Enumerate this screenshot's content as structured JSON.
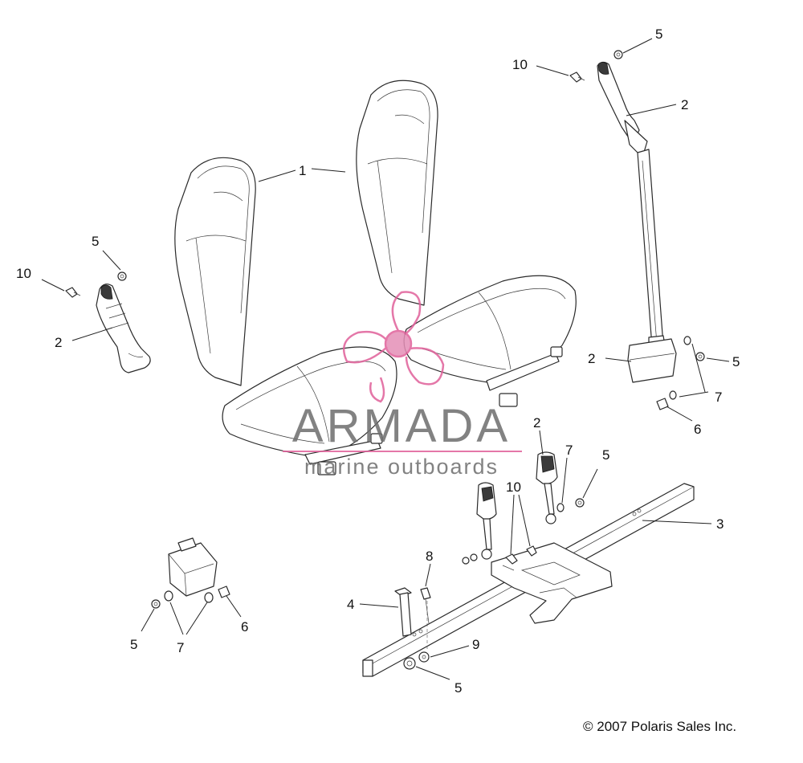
{
  "diagram": {
    "callouts": [
      {
        "id": "c1",
        "text": "1"
      },
      {
        "id": "c2a",
        "text": "2"
      },
      {
        "id": "c2b",
        "text": "2"
      },
      {
        "id": "c2c",
        "text": "2"
      },
      {
        "id": "c2d",
        "text": "2"
      },
      {
        "id": "c3",
        "text": "3"
      },
      {
        "id": "c4",
        "text": "4"
      },
      {
        "id": "c5a",
        "text": "5"
      },
      {
        "id": "c5b",
        "text": "5"
      },
      {
        "id": "c5c",
        "text": "5"
      },
      {
        "id": "c5d",
        "text": "5"
      },
      {
        "id": "c5e",
        "text": "5"
      },
      {
        "id": "c5f",
        "text": "5"
      },
      {
        "id": "c6a",
        "text": "6"
      },
      {
        "id": "c6b",
        "text": "6"
      },
      {
        "id": "c7a",
        "text": "7"
      },
      {
        "id": "c7b",
        "text": "7"
      },
      {
        "id": "c7c",
        "text": "7"
      },
      {
        "id": "c8",
        "text": "8"
      },
      {
        "id": "c9",
        "text": "9"
      },
      {
        "id": "c10a",
        "text": "10"
      },
      {
        "id": "c10b",
        "text": "10"
      },
      {
        "id": "c10c",
        "text": "10"
      }
    ]
  },
  "watermark": {
    "brand": "ARMADA",
    "tagline": "marine outboards",
    "logo_color": "#e0609a",
    "text_color": "#6d6d6d"
  },
  "copyright": "© 2007 Polaris Sales Inc."
}
